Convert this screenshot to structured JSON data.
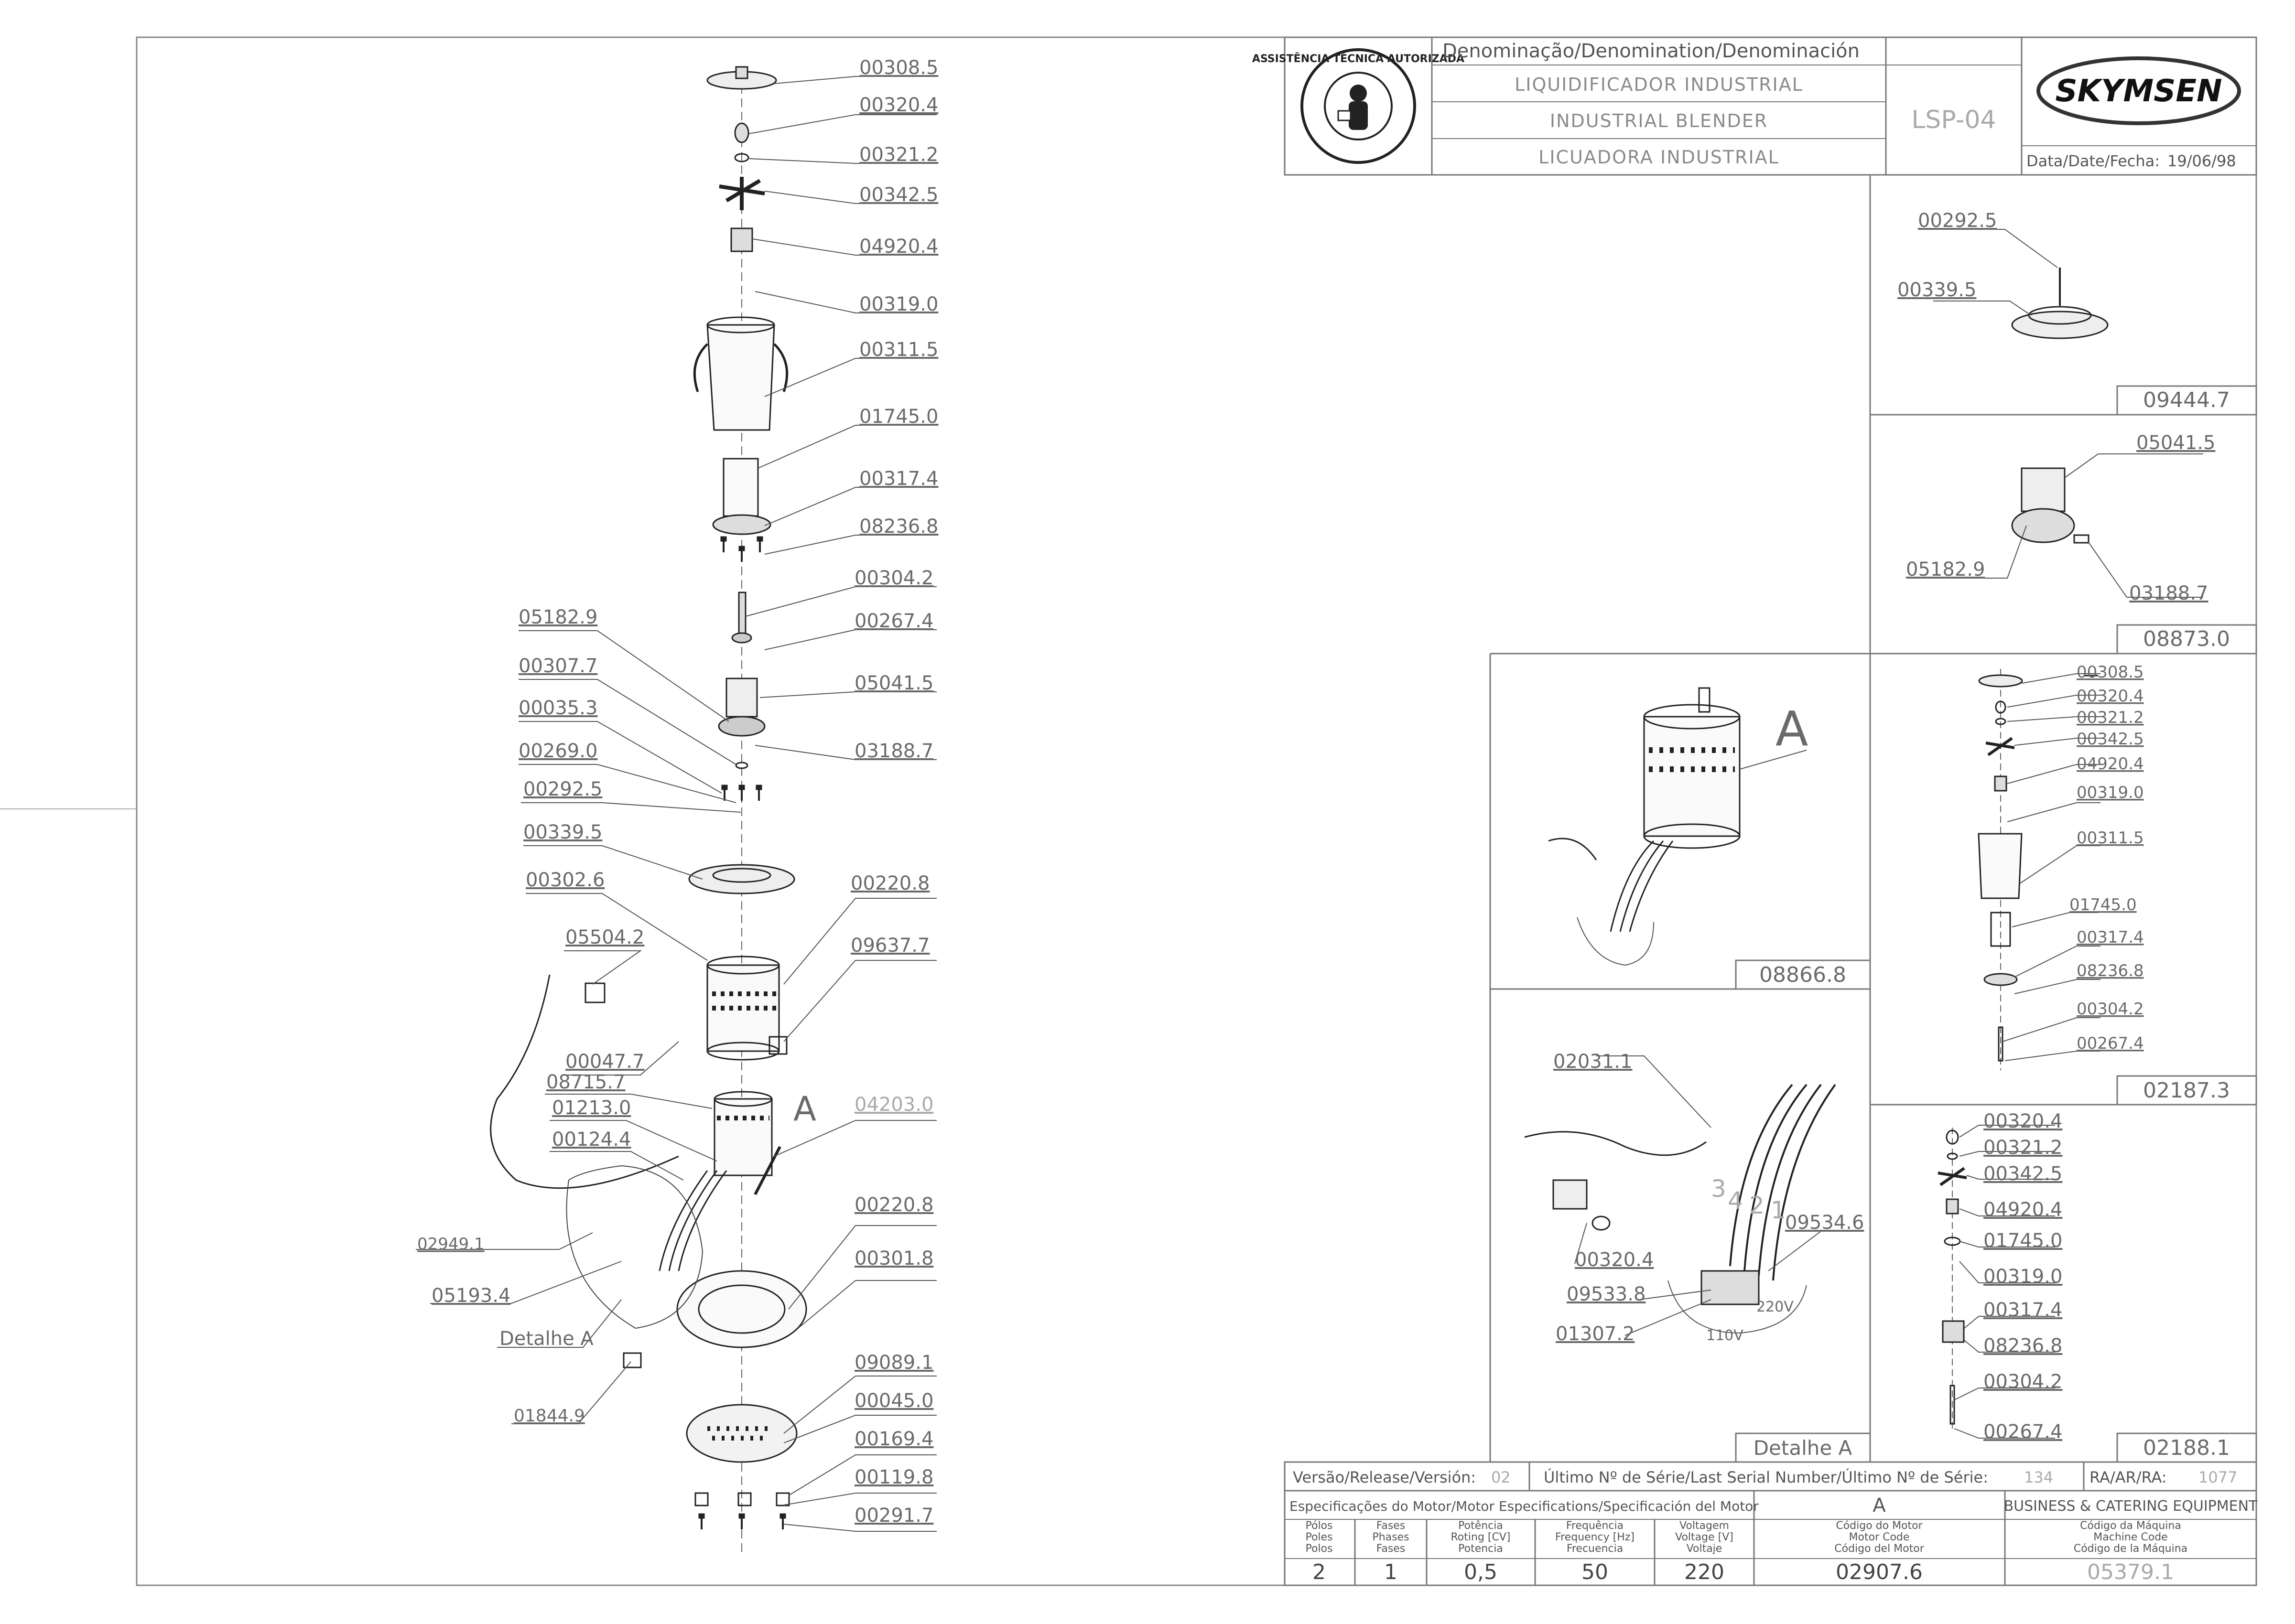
{
  "header": {
    "denomination_label": "Denominação/Denomination/Denominación",
    "names": [
      "LIQUIDIFICADOR INDUSTRIAL",
      "INDUSTRIAL BLENDER",
      "LICUADORA INDUSTRIAL"
    ],
    "model": "LSP-04",
    "brand": "SKYMSEN",
    "date_label": "Data/Date/Fecha:",
    "date": "19/06/98",
    "seal_text": "ASSISTÊNCIA TÉCNICA AUTORIZADA"
  },
  "main_parts": [
    {
      "code": "00308.5"
    },
    {
      "code": "00320.4"
    },
    {
      "code": "00321.2"
    },
    {
      "code": "00342.5"
    },
    {
      "code": "04920.4"
    },
    {
      "code": "00319.0"
    },
    {
      "code": "00311.5"
    },
    {
      "code": "01745.0"
    },
    {
      "code": "00317.4"
    },
    {
      "code": "08236.8"
    },
    {
      "code": "00304.2"
    },
    {
      "code": "00267.4"
    },
    {
      "code": "05041.5"
    },
    {
      "code": "03188.7"
    },
    {
      "code": "05182.9"
    },
    {
      "code": "00307.7"
    },
    {
      "code": "00035.3"
    },
    {
      "code": "00269.0"
    },
    {
      "code": "00292.5"
    },
    {
      "code": "00339.5"
    },
    {
      "code": "00302.6"
    },
    {
      "code": "00220.8"
    },
    {
      "code": "09637.7"
    },
    {
      "code": "05504.2"
    },
    {
      "code": "00047.7"
    },
    {
      "code": "08715.7"
    },
    {
      "code": "01213.0"
    },
    {
      "code": "00124.4"
    },
    {
      "code": "04203.0"
    },
    {
      "code": "00220.8"
    },
    {
      "code": "00301.8"
    },
    {
      "code": "02949.1"
    },
    {
      "code": "05193.4"
    },
    {
      "code": "09089.1"
    },
    {
      "code": "00045.0"
    },
    {
      "code": "00169.4"
    },
    {
      "code": "00119.8"
    },
    {
      "code": "00291.7"
    },
    {
      "code": "01844.9"
    }
  ],
  "main_letter_a": "A",
  "detail_a_label": "Detalhe A",
  "kit_09444": {
    "parts": [
      "00292.5",
      "00339.5"
    ],
    "code": "09444.7"
  },
  "kit_08873": {
    "parts": [
      "05041.5",
      "05182.9",
      "03188.7"
    ],
    "code": "08873.0"
  },
  "kit_08866": {
    "letter": "A",
    "code": "08866.8"
  },
  "kit_detail": {
    "parts": [
      "02031.1",
      "00320.4",
      "09534.6",
      "09533.8",
      "01307.2"
    ],
    "label": "Detalhe A",
    "v220": "220V",
    "v110": "110V",
    "numbers": [
      "3",
      "4",
      "2",
      "1"
    ]
  },
  "kit_02187": {
    "parts": [
      "00308.5",
      "00320.4",
      "00321.2",
      "00342.5",
      "04920.4",
      "00319.0",
      "00311.5",
      "01745.0",
      "00317.4",
      "08236.8",
      "00304.2",
      "00267.4"
    ],
    "code": "02187.3"
  },
  "kit_02188": {
    "parts": [
      "00320.4",
      "00321.2",
      "00342.5",
      "04920.4",
      "01745.0",
      "00319.0",
      "00317.4",
      "08236.8",
      "00304.2",
      "00267.4"
    ],
    "code": "02188.1"
  },
  "footer": {
    "version_label": "Versão/Release/Versión:",
    "version": "02",
    "serial_label": "Último Nº de Série/Last Serial Number/Último Nº de Série:",
    "serial": "134",
    "ra_label": "RA/AR/RA:",
    "ra": "1077",
    "motor_spec_label": "Especificações do Motor/Motor Especifications/Specificación del Motor",
    "motor_letter": "A",
    "business": "BUSINESS & CATERING EQUIPMENT",
    "columns": [
      {
        "head": [
          "Pólos",
          "Poles",
          "Polos"
        ],
        "value": "2"
      },
      {
        "head": [
          "Fases",
          "Phases",
          "Fases"
        ],
        "value": "1"
      },
      {
        "head": [
          "Potência",
          "Roting [CV]",
          "Potencia"
        ],
        "value": "0,5"
      },
      {
        "head": [
          "Frequência",
          "Frequency [Hz]",
          "Frecuencia"
        ],
        "value": "50"
      },
      {
        "head": [
          "Voltagem",
          "Voltage [V]",
          "Voltaje"
        ],
        "value": "220"
      },
      {
        "head": [
          "Código do Motor",
          "Motor Code",
          "Código del Motor"
        ],
        "value": "02907.6"
      },
      {
        "head": [
          "Código da Máquina",
          "Machine Code",
          "Código de la Máquina"
        ],
        "value": "05379.1"
      }
    ]
  }
}
